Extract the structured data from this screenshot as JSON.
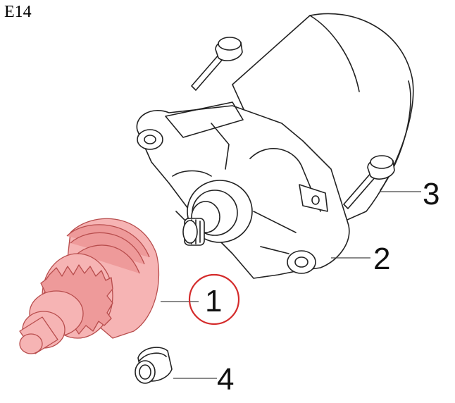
{
  "diagram": {
    "code": "E14",
    "highlight_color": "#d42b2b",
    "part_color": "#f6b4b4"
  },
  "callouts": [
    {
      "id": "1",
      "label": "1",
      "part": "drive-gear",
      "highlighted": true
    },
    {
      "id": "2",
      "label": "2",
      "part": "starter-motor"
    },
    {
      "id": "3",
      "label": "3",
      "part": "bolt"
    },
    {
      "id": "4",
      "label": "4",
      "part": "bushing"
    }
  ]
}
